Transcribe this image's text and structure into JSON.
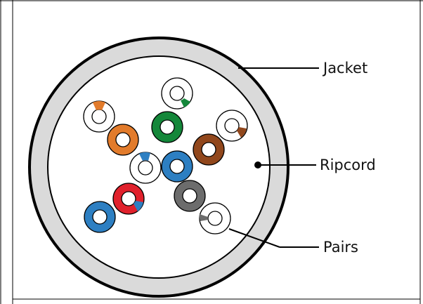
{
  "labels": {
    "jacket": "Jacket",
    "ripcord": "Ripcord",
    "pairs": "Pairs"
  },
  "colors": {
    "jacket": "#dadada",
    "outline": "#000000",
    "white": "#ffffff",
    "green": "#14873a",
    "orange": "#e27b2b",
    "brown": "#91471c",
    "blue": "#2d7fc2",
    "red": "#e0212c",
    "gray": "#6c6c6c"
  },
  "pairs": [
    {
      "color": "green",
      "stripe": "green"
    },
    {
      "color": "orange",
      "stripe": "orange"
    },
    {
      "color": "brown",
      "stripe": "brown"
    },
    {
      "color": "blue",
      "stripe": "blue"
    },
    {
      "color": "red",
      "stripe": "blue"
    },
    {
      "color": "gray",
      "stripe": "gray"
    },
    {
      "color": "blue",
      "stripe": "blue"
    }
  ]
}
